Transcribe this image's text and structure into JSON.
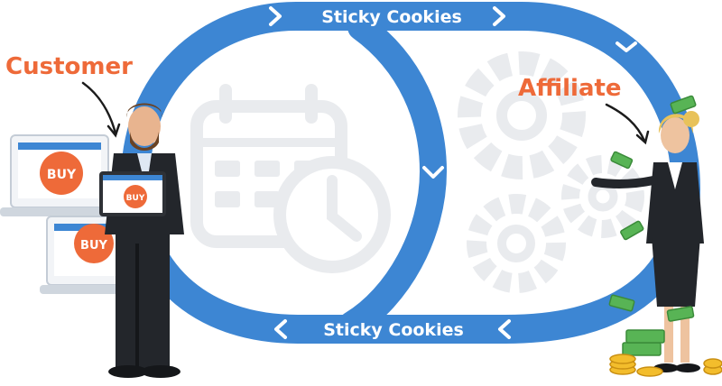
{
  "loop": {
    "top_label": "Sticky Cookies",
    "bottom_label": "Sticky Cookies"
  },
  "roles": {
    "customer": "Customer",
    "affiliate": "Affiliate"
  },
  "buy_labels": [
    "BUY",
    "BUY",
    "BUY"
  ],
  "colors": {
    "loop_blue": "#3d86d3",
    "accent_orange": "#ee6a39",
    "icon_gray": "#e9ebee",
    "suit_dark": "#23262b",
    "money_green": "#58b455",
    "coin_gold": "#f3bd2c"
  },
  "icons": [
    "calendar-clock-icon",
    "gear-icon",
    "chevron-right-icon",
    "chevron-left-icon",
    "chevron-down-icon",
    "laptop-icon",
    "tablet-icon",
    "money-icon",
    "coin-icon"
  ]
}
